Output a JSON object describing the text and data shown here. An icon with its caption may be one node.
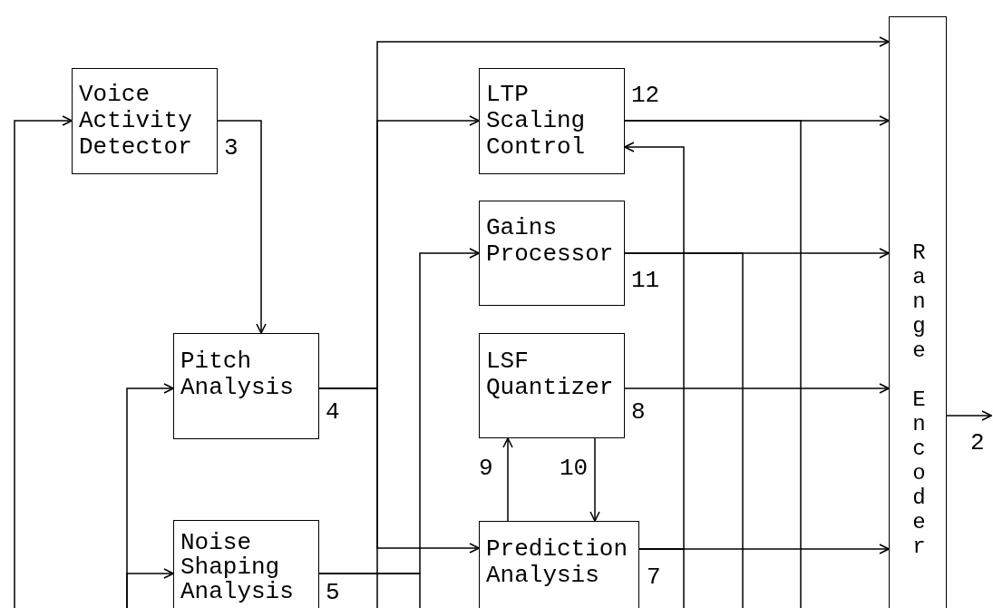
{
  "diagram": {
    "nodes": [
      {
        "text": [
          "Voice Activity Detector"
        ],
        "beside": [
          "3"
        ]
      },
      {
        "text": [
          "Pitch Analysis"
        ],
        "beside": [
          "4"
        ]
      },
      {
        "text": [
          "Noise Shaping Analysis"
        ],
        "beside": [
          "5"
        ]
      },
      {
        "text": [
          "LTP Scaling Control"
        ],
        "beside": [
          "12"
        ]
      },
      {
        "text": [
          "Gains Processor"
        ],
        "beside": [
          "11"
        ]
      },
      {
        "text": [
          "LSF Quantizer"
        ],
        "beside": [
          "8"
        ]
      },
      {
        "text": [
          "Prediction Analysis"
        ],
        "beside": [
          "7"
        ]
      },
      {
        "text": [
          "Range Encoder"
        ]
      }
    ],
    "edges": [
      {
        "from": null,
        "to": 0,
        "arrow": "to"
      },
      {
        "from": null,
        "to": 1,
        "arrow": "to"
      },
      {
        "from": null,
        "to": 2,
        "arrow": "to"
      },
      {
        "from": 0,
        "to": 1,
        "arrow": "to"
      },
      {
        "from": 1,
        "to": 7,
        "arrow": "to"
      },
      {
        "from": 1,
        "to": 3,
        "arrow": "to"
      },
      {
        "from": 1,
        "to": 6,
        "arrow": "to"
      },
      {
        "from": 1,
        "to": null,
        "arrow": "none"
      },
      {
        "from": 2,
        "to": 4,
        "arrow": "to"
      },
      {
        "from": 2,
        "to": null,
        "arrow": "none"
      },
      {
        "from": 3,
        "to": 7,
        "arrow": "to"
      },
      {
        "from": 3,
        "to": null,
        "arrow": "none"
      },
      {
        "from": 4,
        "to": 7,
        "arrow": "to"
      },
      {
        "from": 4,
        "to": null,
        "arrow": "none"
      },
      {
        "from": 5,
        "to": 7,
        "arrow": "to"
      },
      {
        "from": 6,
        "to": 7,
        "arrow": "to"
      },
      {
        "from": 6,
        "to": 3,
        "arrow": "to"
      },
      {
        "from": 6,
        "to": null,
        "arrow": "none"
      },
      {
        "from": 6,
        "to": 5,
        "arrow": "to",
        "label": "9"
      },
      {
        "from": 5,
        "to": 6,
        "arrow": "to",
        "label": "10"
      },
      {
        "from": 7,
        "to": null,
        "arrow": "to",
        "label": "2"
      }
    ]
  }
}
